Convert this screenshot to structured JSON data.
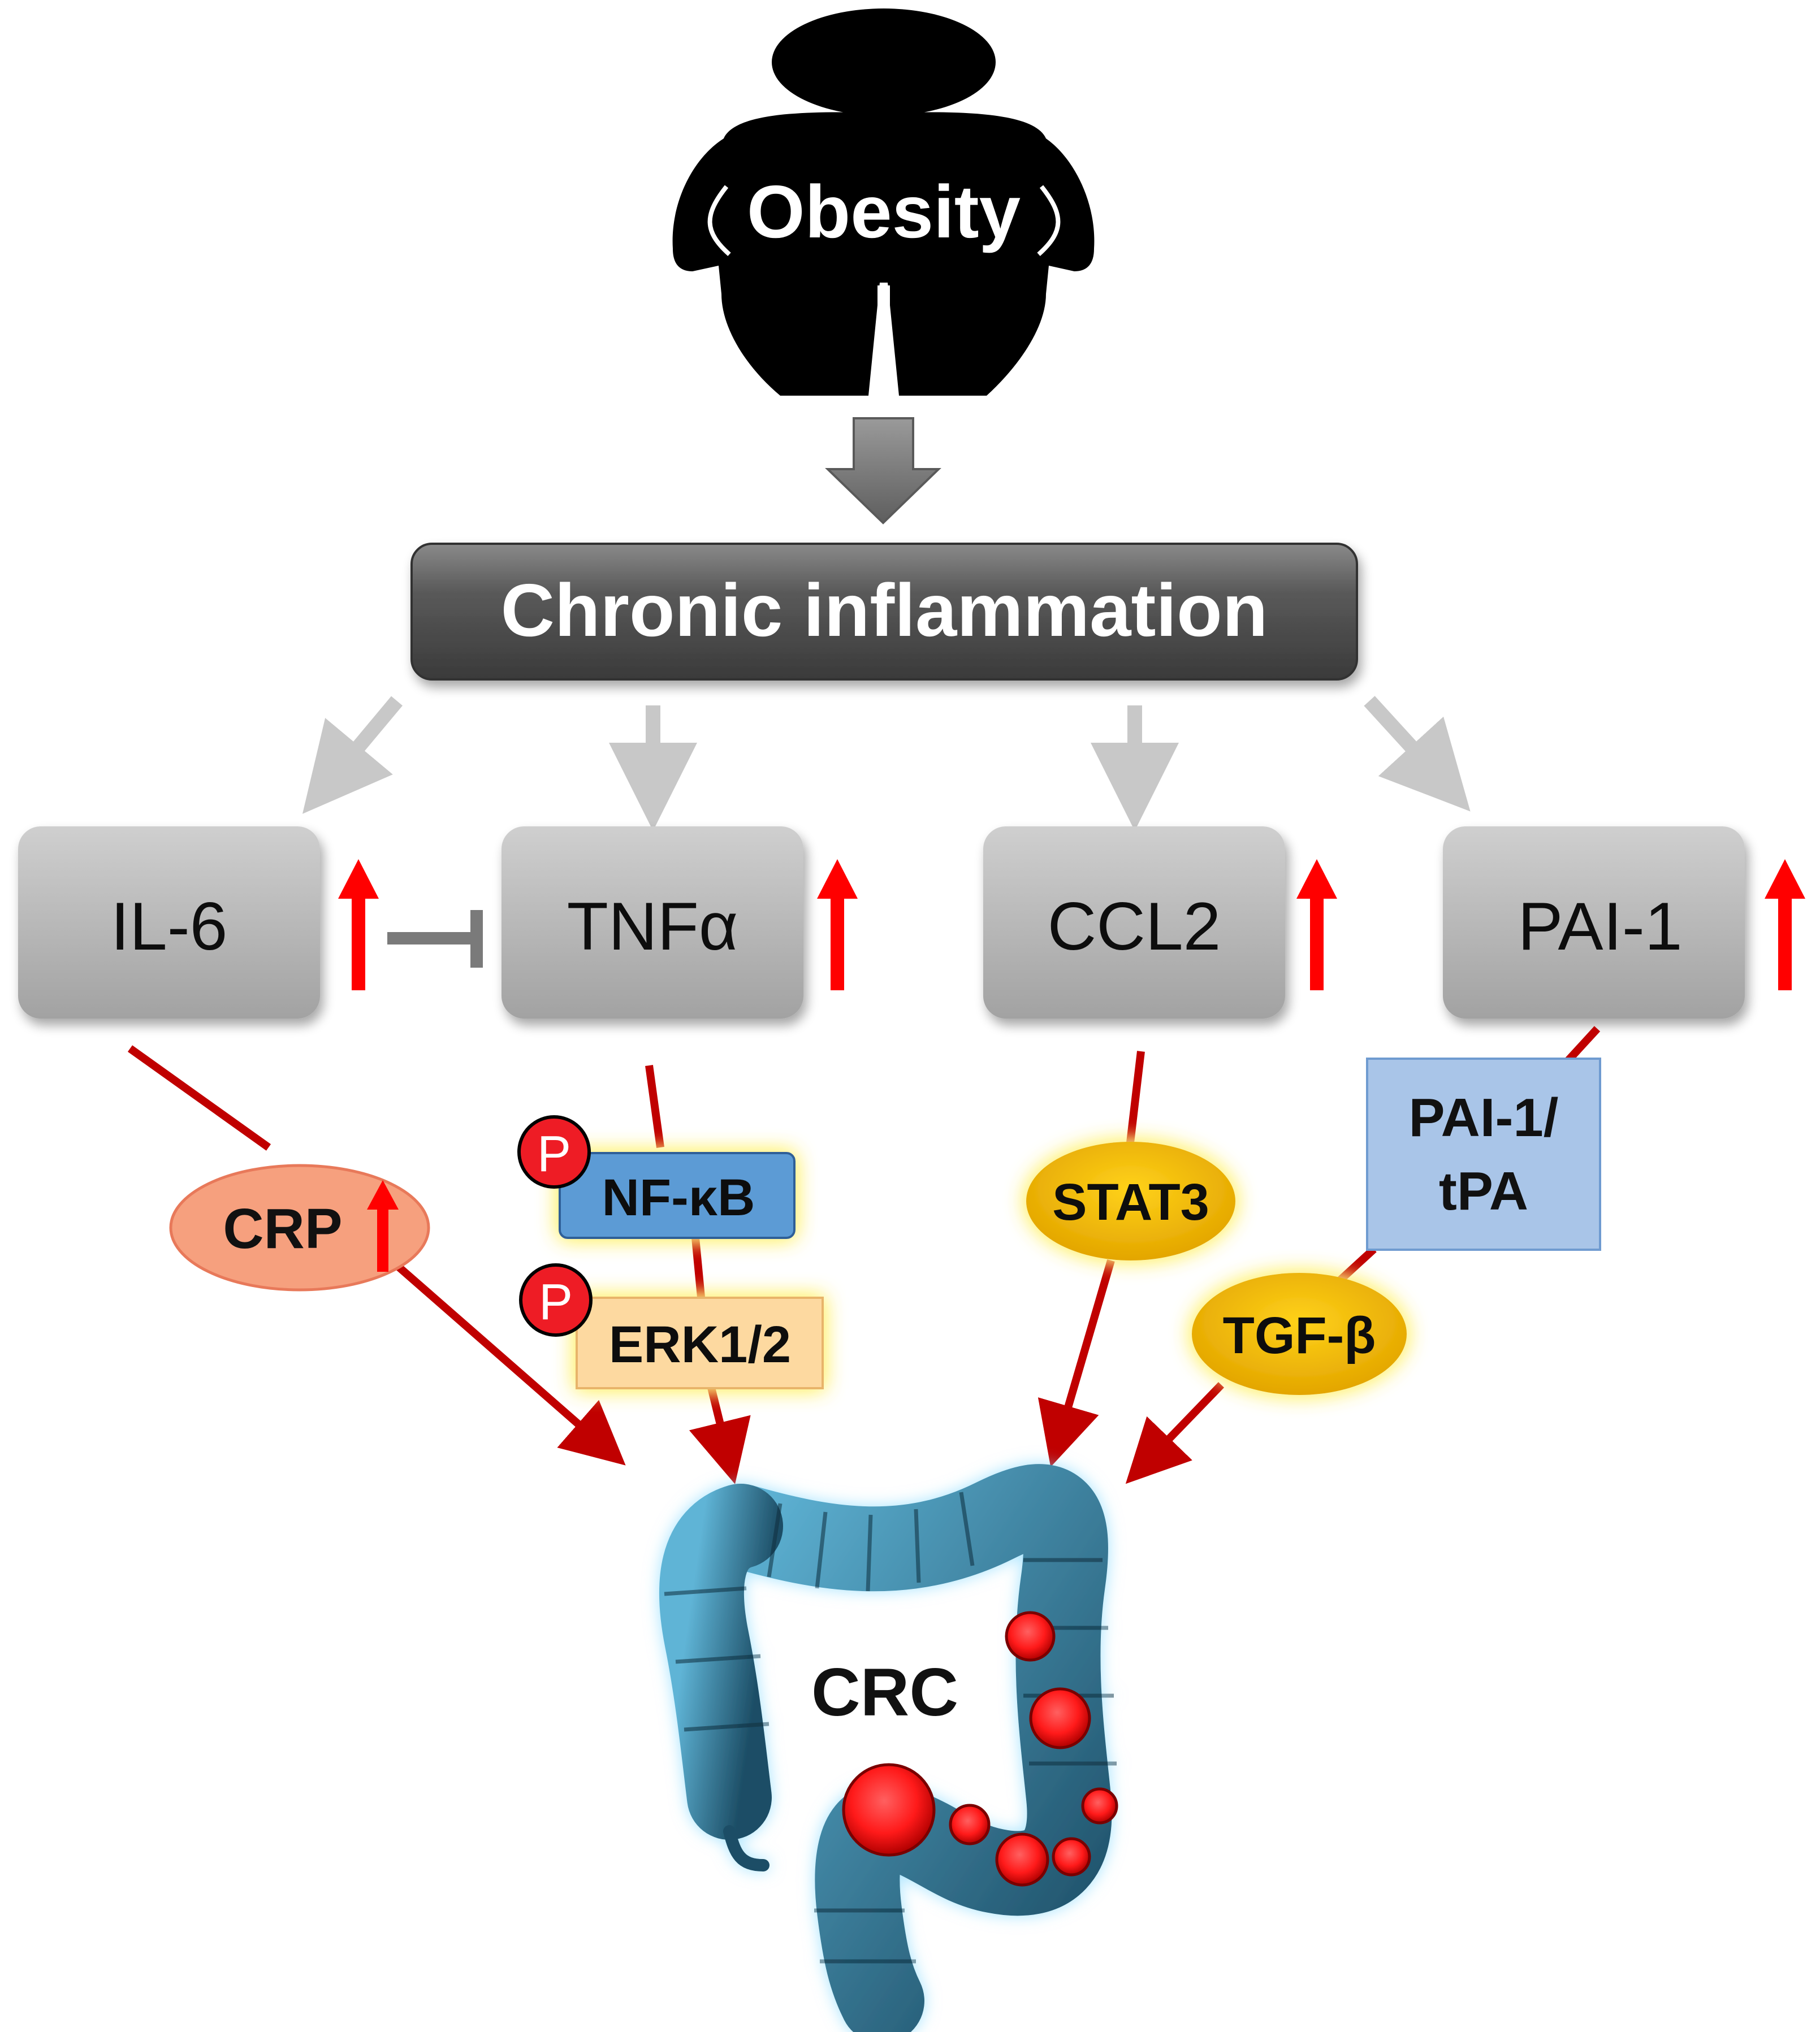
{
  "obesity": {
    "label": "Obesity"
  },
  "inflammation": {
    "label": "Chronic inflammation"
  },
  "cytokines": [
    {
      "label": "IL-6",
      "trend_icon": "up-arrow-icon"
    },
    {
      "label": "TNFα",
      "trend_icon": "up-arrow-icon"
    },
    {
      "label": "CCL2",
      "trend_icon": "up-arrow-icon"
    },
    {
      "label": "PAI-1",
      "trend_icon": "up-arrow-icon"
    }
  ],
  "mediators": {
    "crp": {
      "label": "CRP",
      "trend_icon": "up-arrow-icon"
    },
    "nfkb": {
      "label": "NF-κB",
      "phospho": "P"
    },
    "erk": {
      "label": "ERK1/2",
      "phospho": "P"
    },
    "stat3": {
      "label": "STAT3"
    },
    "pai_tpa": {
      "line1": "PAI-1/",
      "line2": "tPA"
    },
    "tgfb": {
      "label": "TGF-β"
    }
  },
  "outcome": {
    "label": "CRC"
  },
  "colors": {
    "activation_red": "#c00000",
    "increase_red": "#ff0000",
    "inflammation_box": "#555555",
    "cytokine_box": "#b3b3b3",
    "crp_fill": "#f6a07e",
    "nfkb_fill": "#5b9bd5",
    "erk_fill": "#fdd9a0",
    "stat3_fill": "#f5b800",
    "pai_tpa_fill": "#a9c5e8",
    "colon_fill": "#2f6f8f",
    "tumor_fill": "#ff1a1a"
  }
}
